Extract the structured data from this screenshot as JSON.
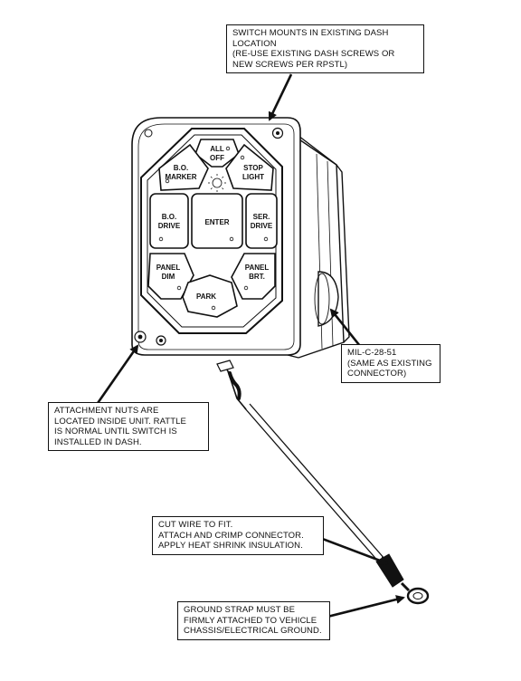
{
  "callouts": {
    "mount": [
      "SWITCH MOUNTS IN EXISTING DASH",
      "LOCATION",
      "(RE-USE EXISTING DASH SCREWS OR",
      "NEW SCREWS PER RPSTL)"
    ],
    "connector": [
      "MIL-C-28-51",
      "(SAME AS EXISTING",
      "CONNECTOR)"
    ],
    "nuts": [
      "ATTACHMENT NUTS ARE",
      "LOCATED INSIDE UNIT. RATTLE",
      "IS NORMAL UNTIL SWITCH IS",
      "INSTALLED IN DASH."
    ],
    "wire": [
      "CUT WIRE TO FIT.",
      "ATTACH AND CRIMP CONNECTOR.",
      "APPLY HEAT SHRINK INSULATION."
    ],
    "ground": [
      "GROUND STRAP MUST BE",
      "FIRMLY ATTACHED TO VEHICLE",
      "CHASSIS/ELECTRICAL GROUND."
    ]
  },
  "buttons": {
    "all_off": [
      "ALL",
      "OFF"
    ],
    "bo_marker": [
      "B.O.",
      "MARKER"
    ],
    "stop_light": [
      "STOP",
      "LIGHT"
    ],
    "bo_drive": [
      "B.O.",
      "DRIVE"
    ],
    "enter": [
      "ENTER"
    ],
    "ser_drive": [
      "SER.",
      "DRIVE"
    ],
    "panel_dim": [
      "PANEL",
      "DIM"
    ],
    "panel_brt": [
      "PANEL",
      "BRT."
    ],
    "park": [
      "PARK"
    ]
  },
  "colors": {
    "line": "#111111",
    "background": "#ffffff"
  }
}
